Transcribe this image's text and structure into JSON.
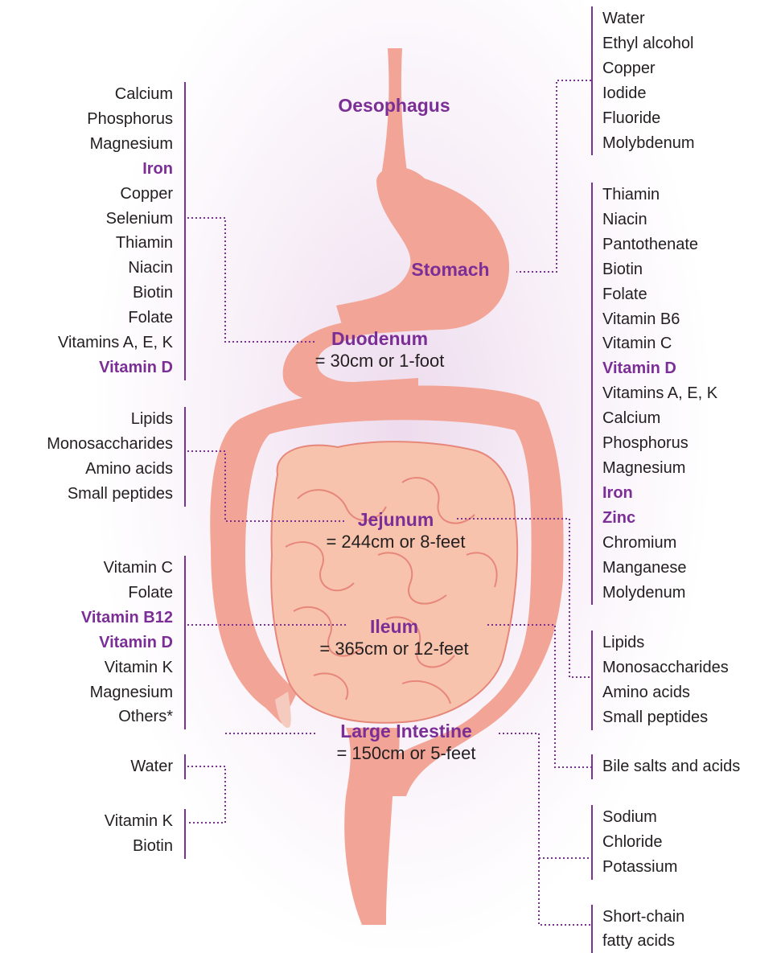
{
  "colors": {
    "accent": "#7b2e96",
    "organ_fill": "#f2a596",
    "organ_stroke": "#e6877a",
    "small_intestine_fill": "#f8c3ad",
    "text": "#231f20"
  },
  "organs": {
    "oesophagus": {
      "name": "Oesophagus"
    },
    "stomach": {
      "name": "Stomach"
    },
    "duodenum": {
      "name": "Duodenum",
      "length": "= 30cm or 1-foot"
    },
    "jejunum": {
      "name": "Jejunum",
      "length": "= 244cm or 8-feet"
    },
    "ileum": {
      "name": "Ileum",
      "length": "= 365cm or 12-feet"
    },
    "large_intestine": {
      "name": "Large Intestine",
      "length": "= 150cm or 5-feet"
    }
  },
  "left_lists": {
    "duodenum_absorbs": [
      {
        "label": "Calcium",
        "highlight": false
      },
      {
        "label": "Phosphorus",
        "highlight": false
      },
      {
        "label": "Magnesium",
        "highlight": false
      },
      {
        "label": "Iron",
        "highlight": true
      },
      {
        "label": "Copper",
        "highlight": false
      },
      {
        "label": "Selenium",
        "highlight": false
      },
      {
        "label": "Thiamin",
        "highlight": false
      },
      {
        "label": "Niacin",
        "highlight": false
      },
      {
        "label": "Biotin",
        "highlight": false
      },
      {
        "label": "Folate",
        "highlight": false
      },
      {
        "label": "Vitamins A, E, K",
        "highlight": false
      },
      {
        "label": "Vitamin D",
        "highlight": true
      }
    ],
    "jejunum_macros": [
      {
        "label": "Lipids",
        "highlight": false
      },
      {
        "label": "Monosaccharides",
        "highlight": false
      },
      {
        "label": "Amino acids",
        "highlight": false
      },
      {
        "label": "Small peptides",
        "highlight": false
      }
    ],
    "ileum_absorbs": [
      {
        "label": "Vitamin C",
        "highlight": false
      },
      {
        "label": "Folate",
        "highlight": false
      },
      {
        "label": "Vitamin B12",
        "highlight": true
      },
      {
        "label": "Vitamin D",
        "highlight": true
      },
      {
        "label": "Vitamin K",
        "highlight": false
      },
      {
        "label": "Magnesium",
        "highlight": false
      },
      {
        "label": "Others*",
        "highlight": false
      }
    ],
    "large_water": [
      {
        "label": "Water",
        "highlight": false
      }
    ],
    "large_vitamins": [
      {
        "label": "Vitamin K",
        "highlight": false
      },
      {
        "label": "Biotin",
        "highlight": false
      }
    ]
  },
  "right_lists": {
    "stomach_absorbs": [
      {
        "label": "Water",
        "highlight": false
      },
      {
        "label": "Ethyl alcohol",
        "highlight": false
      },
      {
        "label": "Copper",
        "highlight": false
      },
      {
        "label": "Iodide",
        "highlight": false
      },
      {
        "label": "Fluoride",
        "highlight": false
      },
      {
        "label": "Molybdenum",
        "highlight": false
      }
    ],
    "jejunum_absorbs": [
      {
        "label": "Thiamin",
        "highlight": false
      },
      {
        "label": "Niacin",
        "highlight": false
      },
      {
        "label": "Pantothenate",
        "highlight": false
      },
      {
        "label": "Biotin",
        "highlight": false
      },
      {
        "label": "Folate",
        "highlight": false
      },
      {
        "label": "Vitamin B6",
        "highlight": false
      },
      {
        "label": "Vitamin C",
        "highlight": false
      },
      {
        "label": "Vitamin D",
        "highlight": true
      },
      {
        "label": "Vitamins A, E, K",
        "highlight": false
      },
      {
        "label": "Calcium",
        "highlight": false
      },
      {
        "label": "Phosphorus",
        "highlight": false
      },
      {
        "label": "Magnesium",
        "highlight": false
      },
      {
        "label": "Iron",
        "highlight": true
      },
      {
        "label": "Zinc",
        "highlight": true
      },
      {
        "label": "Chromium",
        "highlight": false
      },
      {
        "label": "Manganese",
        "highlight": false
      },
      {
        "label": "Molydenum",
        "highlight": false
      }
    ],
    "jejunum_macros": [
      {
        "label": "Lipids",
        "highlight": false
      },
      {
        "label": "Monosaccharides",
        "highlight": false
      },
      {
        "label": "Amino acids",
        "highlight": false
      },
      {
        "label": "Small peptides",
        "highlight": false
      }
    ],
    "ileum_bile": [
      {
        "label": "Bile salts and acids",
        "highlight": false
      }
    ],
    "large_electrolytes": [
      {
        "label": "Sodium",
        "highlight": false
      },
      {
        "label": "Chloride",
        "highlight": false
      },
      {
        "label": "Potassium",
        "highlight": false
      }
    ],
    "large_scfa": [
      {
        "label": "Short-chain",
        "highlight": false
      },
      {
        "label": "fatty acids",
        "highlight": false
      }
    ]
  }
}
